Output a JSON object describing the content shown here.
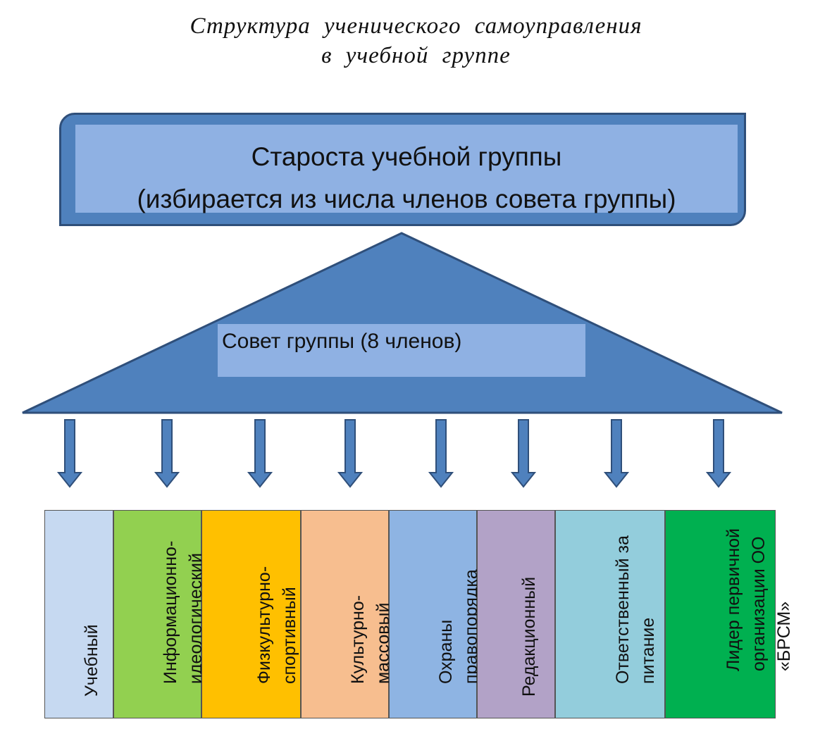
{
  "title": {
    "line1": "Структура ученического самоуправления",
    "line2": "в учебной группе"
  },
  "head": {
    "line1": "Староста учебной группы",
    "line2": "(избирается из числа членов совета группы)"
  },
  "council": {
    "label": "Совет группы (8 членов)"
  },
  "colors": {
    "primary_blue": "#4f81bd",
    "light_blue": "#8fb1e3",
    "border_dark": "#2f4f7a"
  },
  "columns": [
    {
      "lines": [
        "Учебный"
      ],
      "color": "#c6d9f1"
    },
    {
      "lines": [
        "Информационно-",
        "идеологический"
      ],
      "color": "#92d050"
    },
    {
      "lines": [
        "Физкультурно-",
        "спортивный"
      ],
      "color": "#ffc000"
    },
    {
      "lines": [
        "Культурно-",
        "массовый"
      ],
      "color": "#f7be8f"
    },
    {
      "lines": [
        "Охраны",
        "правопорядка"
      ],
      "color": "#8eb4e3"
    },
    {
      "lines": [
        "Редакционный"
      ],
      "color": "#b2a2c7"
    },
    {
      "lines": [
        "Ответственный за",
        "питание"
      ],
      "color": "#93cddc"
    },
    {
      "lines": [
        "Лидер первичной",
        "организации ОО",
        "«БРСМ»"
      ],
      "color": "#00b050"
    }
  ]
}
